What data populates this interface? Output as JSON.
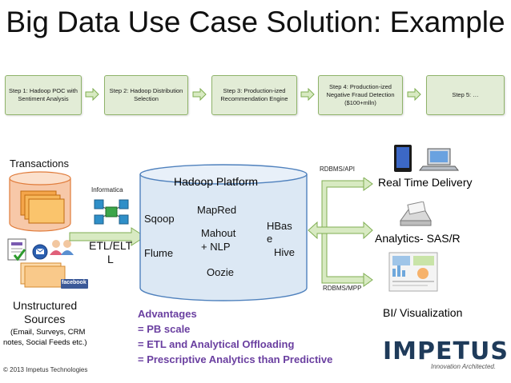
{
  "title": "Big Data Use Case Solution: Example",
  "steps": [
    {
      "label": "Step 1: Hadoop POC with Sentiment Analysis"
    },
    {
      "label": "Step 2: Hadoop Distribution Selection"
    },
    {
      "label": "Step 3: Production-ized Recommendation Engine"
    },
    {
      "label": "Step 4: Production-ized Negative Fraud Detection ($100+mlln)"
    },
    {
      "label": "Step 5: …"
    }
  ],
  "sources": {
    "transactions": "Transactions",
    "unstructured_line1": "Unstructured",
    "unstructured_line2": "Sources",
    "unstructured_detail_line1": "(Email, Surveys, CRM",
    "unstructured_detail_line2": "notes, Social Feeds etc.)",
    "facebook": "facebook"
  },
  "etl": {
    "tool": "Informatica",
    "label_line1": "ETL/ELT",
    "label_line2": "L"
  },
  "hadoop": {
    "platform": "Hadoop Platform",
    "sqoop": "Sqoop",
    "mapred": "MapRed",
    "mahout_line1": "Mahout",
    "mahout_line2": "+ NLP",
    "hbase_line1": "HBas",
    "hbase_line2": "e",
    "flume": "Flume",
    "hive": "Hive",
    "oozie": "Oozie"
  },
  "connectors": {
    "top": "RDBMS/API",
    "bottom": "RDBMS/MPP"
  },
  "outputs": {
    "realtime": "Real Time Delivery",
    "analytics": "Analytics- SAS/R",
    "bi": "BI/ Visualization"
  },
  "advantages": {
    "heading": "Advantages",
    "items": [
      "= PB scale",
      "= ETL and Analytical Offloading",
      "= Prescriptive Analytics than Predictive"
    ]
  },
  "brand": {
    "name": "IMPETUS",
    "tagline": "Innovation Architected.",
    "copyright": "© 2013 Impetus Technologies"
  },
  "colors": {
    "step_fill": "#e2ecd6",
    "step_border": "#8fb36a",
    "arrow_fill": "#d8eac2",
    "arrow_stroke": "#7fae52",
    "cylinder_fill": "#dce8f4",
    "cylinder_stroke": "#4f81bd",
    "advantages": "#6a3fa0",
    "brand": "#1f3b5a"
  }
}
